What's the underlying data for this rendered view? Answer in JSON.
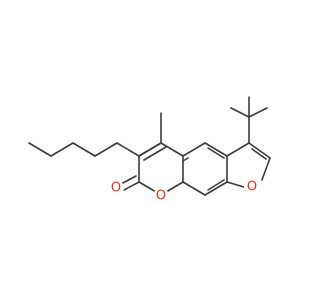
{
  "molecule": {
    "atoms": {
      "O_carbonyl": "O",
      "O_lactone": "O",
      "O_furan": "O"
    }
  },
  "colors": {
    "bond": "#3a3a3a",
    "oxygen": "#e8341a",
    "background": "#ffffff"
  }
}
